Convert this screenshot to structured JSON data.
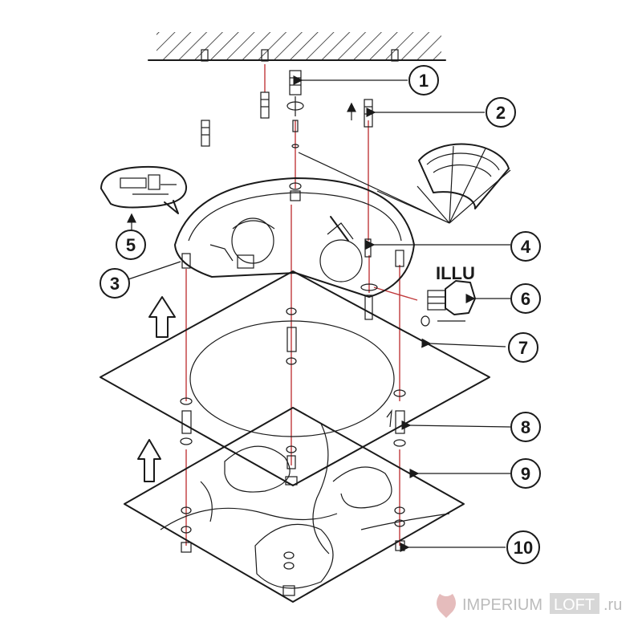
{
  "diagram": {
    "label_illu": "ILLU",
    "callouts": [
      "1",
      "2",
      "3",
      "4",
      "5",
      "6",
      "7",
      "8",
      "9",
      "10"
    ]
  },
  "watermark": {
    "brand_left": "IMPERIUM",
    "brand_box": "LOFT",
    "brand_right": ".ru"
  }
}
